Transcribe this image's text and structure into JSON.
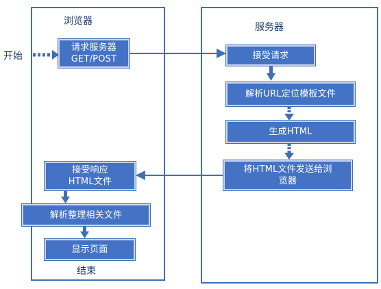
{
  "browser": {
    "title": "浏览器",
    "start_label": "开始",
    "end_label": "结束",
    "steps": {
      "request": {
        "line1": "请求服务器",
        "line2": "GET/POST"
      },
      "receive": {
        "line1": "接受响应",
        "line2": "HTML文件"
      },
      "parse": "解析整理相关文件",
      "display": "显示页面"
    }
  },
  "server": {
    "title": "服务器",
    "steps": {
      "accept": "接受请求",
      "locate": "解析URL定位模板文件",
      "generate": "生成HTML",
      "send": {
        "line1": "将HTML文件发送给浏",
        "line2": "览器"
      }
    }
  },
  "colors": {
    "box_fill": "#4472c4",
    "frame_border": "#3f6fb0",
    "arrow": "#3f6fb0"
  }
}
